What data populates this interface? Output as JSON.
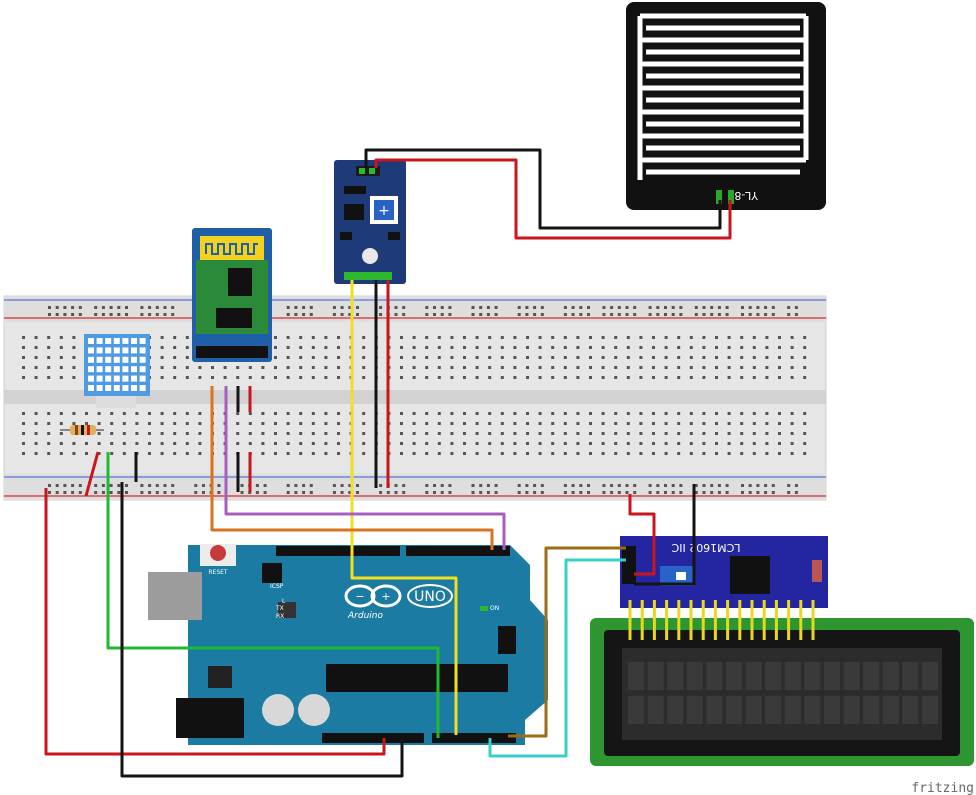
{
  "rain_sensor": {
    "label": "YL-83"
  },
  "arduino": {
    "brand": "Arduino",
    "model": "UNO",
    "reset_label": "RESET",
    "icsp_label": "ICSP",
    "on_label": "ON",
    "tx_label": "TX",
    "rx_label": "RX",
    "l_label": "L"
  },
  "lcd_module": {
    "label": "LCM1602 IIC"
  },
  "watermark": "fritzing",
  "colors": {
    "wire_red": "#c8161d",
    "wire_black": "#141414",
    "wire_yellow": "#f0e020",
    "wire_green": "#22b832",
    "wire_orange": "#d9731d",
    "wire_purple": "#a55fc0",
    "wire_brown": "#9b6b16",
    "wire_cyan": "#36d0c8",
    "arduino_blue": "#1b7ba3",
    "lcd_green": "#2e9630",
    "breadboard": "#e8e8e8"
  }
}
